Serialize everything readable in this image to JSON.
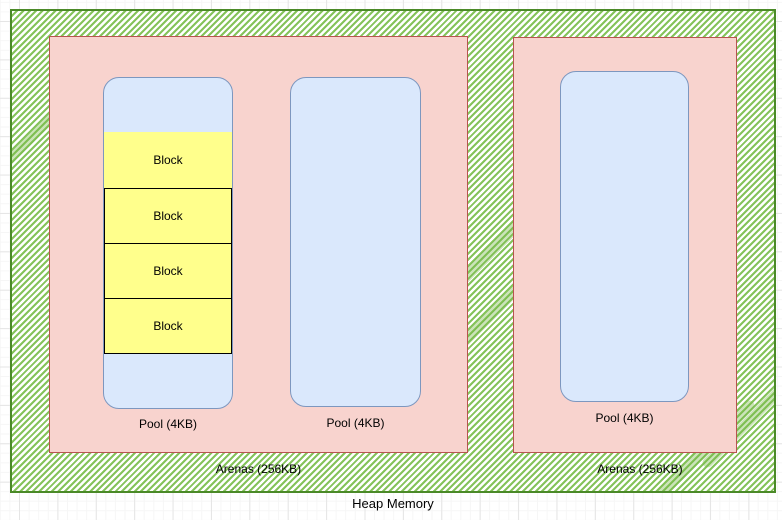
{
  "heap": {
    "label": "Heap Memory",
    "arenas": [
      {
        "label": "Arenas (256KB)",
        "pools": [
          {
            "label": "Pool (4KB)",
            "blocks": [
              {
                "label": "Block"
              },
              {
                "label": "Block"
              },
              {
                "label": "Block"
              },
              {
                "label": "Block"
              }
            ]
          },
          {
            "label": "Pool (4KB)",
            "blocks": []
          }
        ]
      },
      {
        "label": "Arenas (256KB)",
        "pools": [
          {
            "label": "Pool (4KB)",
            "blocks": []
          }
        ]
      }
    ]
  },
  "colors": {
    "heap_hatch_green": "#85c35b",
    "heap_border_green": "#4b8a28",
    "arena_fill_pink": "#f8d3ce",
    "arena_border_red": "#b85450",
    "pool_fill_blue": "#dae8fc",
    "pool_border_blue": "#7d97bf",
    "block_fill_yellow": "#ffff8c",
    "block_border_black": "#000000",
    "canvas_grid_gray": "#e5e5e5"
  }
}
